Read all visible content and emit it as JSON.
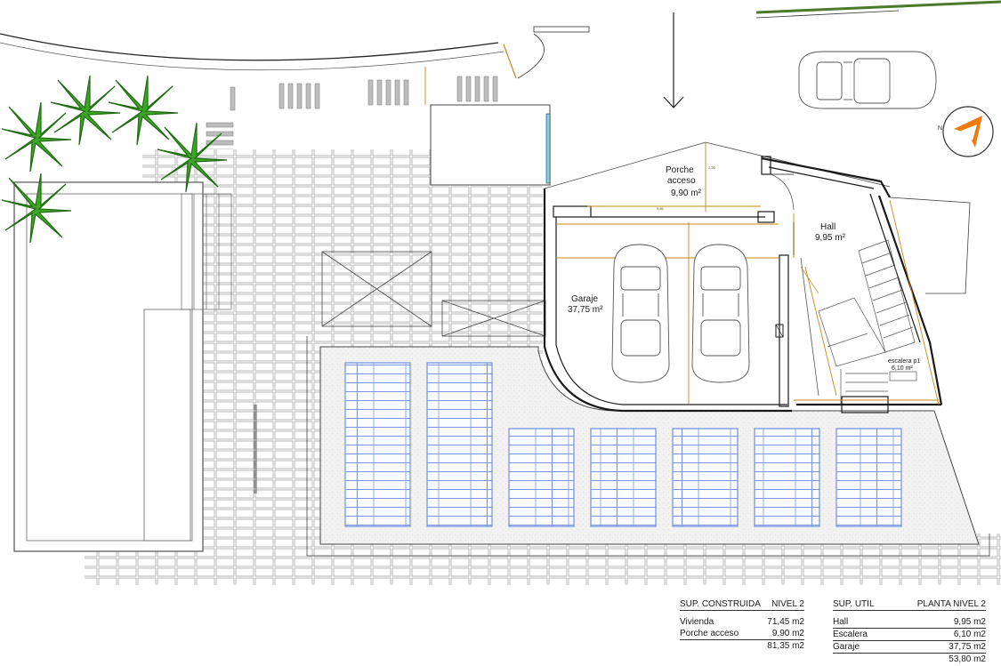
{
  "rooms": {
    "porche": {
      "name": "Porche\nacceso",
      "name_line1": "Porche",
      "name_line2": "acceso",
      "area": "9,90 m²"
    },
    "hall": {
      "name": "Hall",
      "area": "9,95 m²"
    },
    "garaje": {
      "name": "Garaje",
      "area": "37,75 m²"
    },
    "escalera": {
      "name": "escalera p1",
      "area": "6,10 m²"
    }
  },
  "table_construida": {
    "header_left": "SUP. CONSTRUIDA",
    "header_right": "NIVEL 2",
    "rows": [
      {
        "label": "Vivienda",
        "value": "71,45 m2"
      },
      {
        "label": "Porche acceso",
        "value": "9,90 m2"
      }
    ],
    "total": "81,35 m2"
  },
  "table_util": {
    "header_left": "SUP. UTIL",
    "header_right": "PLANTA NIVEL 2",
    "rows": [
      {
        "label": "Hall",
        "value": "9,95 m2"
      },
      {
        "label": "Escalera",
        "value": "6,10 m2"
      },
      {
        "label": "Garaje",
        "value": "37,75 m2"
      }
    ],
    "total": "53,80 m2"
  },
  "colors": {
    "wall": "#1a1a1a",
    "dimension": "#c8861a",
    "solar_panel": "#6e8fe0",
    "palm": "#2e8b1e",
    "compass": "#f07a10",
    "gravel": "#efefef",
    "hedge": "#4a7a2a"
  },
  "icons": [
    "north-arrow-icon",
    "compass-icon",
    "car-icon",
    "palm-tree-icon"
  ]
}
